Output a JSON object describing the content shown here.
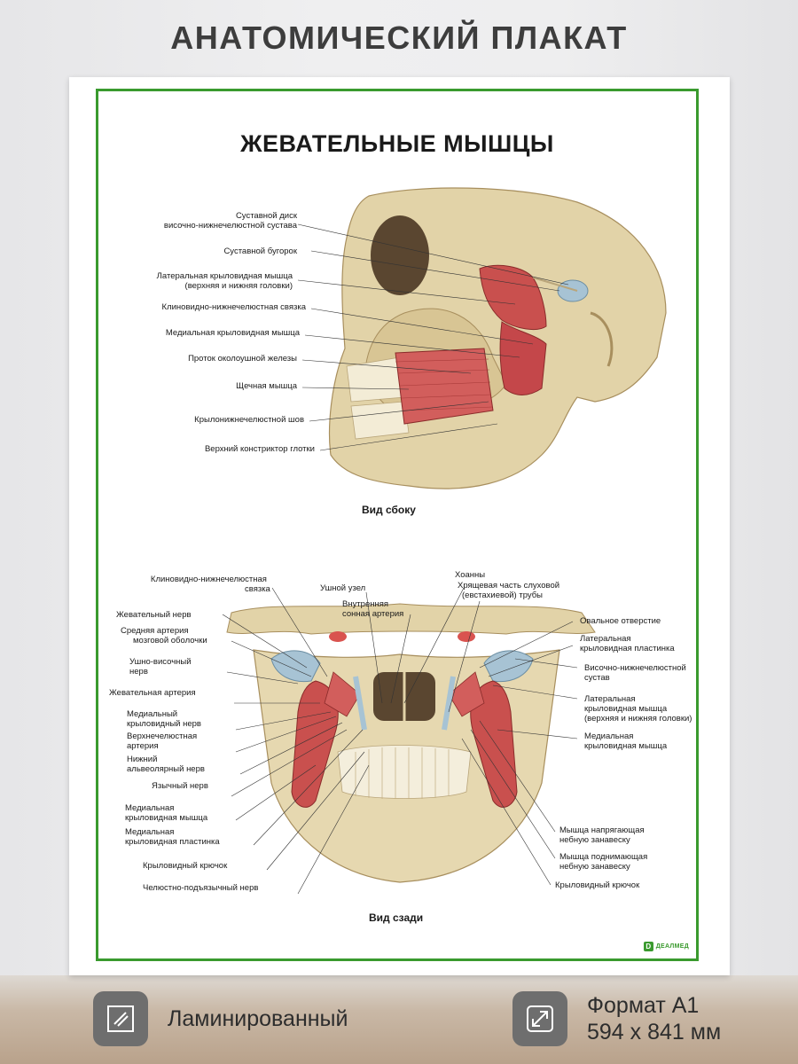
{
  "header": {
    "title": "АНАТОМИЧЕСКИЙ ПЛАКАТ"
  },
  "poster": {
    "title": "ЖЕВАТЕЛЬНЫЕ МЫШЦЫ",
    "side_view": {
      "caption": "Вид сбоку",
      "labels": [
        "Суставной диск",
        "височно-нижнечелюстной сустава",
        "Суставной бугорок",
        "Латеральная крыловидная мышца",
        "(верхняя и нижняя головки)",
        "Клиновидно-нижнечелюстная связка",
        "Медиальная крыловидная мышца",
        "Проток околоушной железы",
        "Щечная мышца",
        "Крылонижнечелюстной шов",
        "Верхний констриктор глотки"
      ]
    },
    "back_view": {
      "caption": "Вид сзади",
      "left_labels": [
        "Клиновидно-нижнечелюстная",
        "связка",
        "Жевательный нерв",
        "Средняя артерия",
        "мозговой оболочки",
        "Ушно-височный",
        "нерв",
        "Жевательная артерия",
        "Медиальный",
        "крыловидный нерв",
        "Верхнечелюстная",
        "артерия",
        "Нижний",
        "альвеолярный нерв",
        "Язычный нерв",
        "Медиальная",
        "крыловидная мышца",
        "Медиальная",
        "крыловидная пластинка",
        "Крыловидный крючок",
        "Челюстно-подъязычный нерв"
      ],
      "top_labels": [
        "Ушной узел",
        "Внутренняя",
        "сонная артерия",
        "Хоанны",
        "Хрящевая часть слуховой",
        "(евстахиевой) трубы"
      ],
      "right_labels": [
        "Овальное отверстие",
        "Латеральная",
        "крыловидная пластинка",
        "Височно-нижнечелюстной",
        "сустав",
        "Латеральная",
        "крыловидная мышца",
        "(верхняя и нижняя головки)",
        "Медиальная",
        "крыловидная мышца",
        "Мышца напрягающая",
        "небную занавеску",
        "Мышца поднимающая",
        "небную занавеску",
        "Крыловидный крючок"
      ]
    },
    "brand": "ДЕАЛМЕД",
    "colors": {
      "frame": "#3a9a2e",
      "muscle": "#c9504e",
      "bone": "#e2d3a8"
    }
  },
  "features": [
    {
      "text": "Ламинированный",
      "icon": "laminate-icon"
    },
    {
      "line1": "Формат А1",
      "line2": "594 x 841 мм",
      "icon": "resize-icon"
    }
  ]
}
